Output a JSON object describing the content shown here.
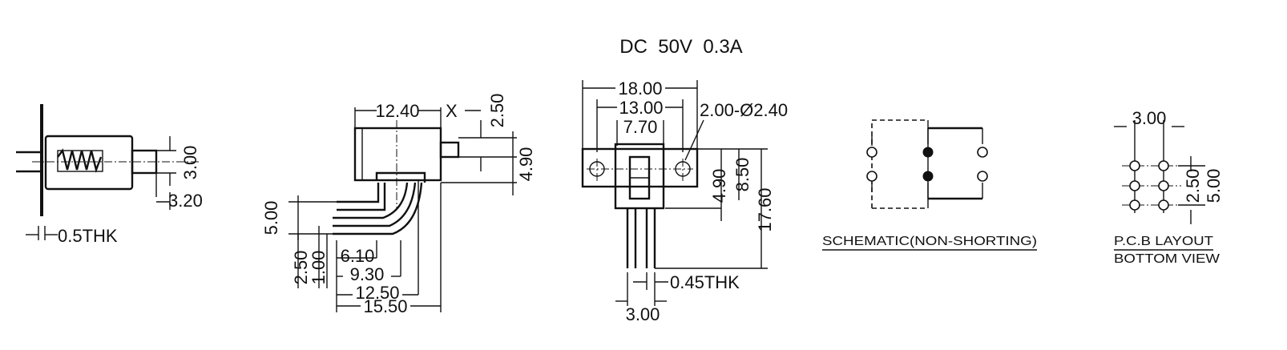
{
  "rating": "DC  50V  0.3A",
  "side_view": {
    "dims": [
      "3.00",
      "3.20",
      "0.5THK"
    ]
  },
  "right_angle_view": {
    "dims": [
      "12.40",
      "X",
      "2.50",
      "4.90",
      "5.00",
      "6.10",
      "2.50",
      "1.00",
      "9.30",
      "12.50",
      "15.50"
    ]
  },
  "front_view": {
    "dims": [
      "18.00",
      "13.00",
      "7.70",
      "2.00-Ø2.40",
      "4.90",
      "8.50",
      "17.60",
      "0.45THK",
      "3.00"
    ]
  },
  "schematic": {
    "caption": "SCHEMATIC(NON-SHORTING)"
  },
  "pcb_layout": {
    "dims": [
      "3.00",
      "2.50",
      "5.00"
    ],
    "caption_line1": "P.C.B LAYOUT",
    "caption_line2": "BOTTOM VIEW"
  }
}
